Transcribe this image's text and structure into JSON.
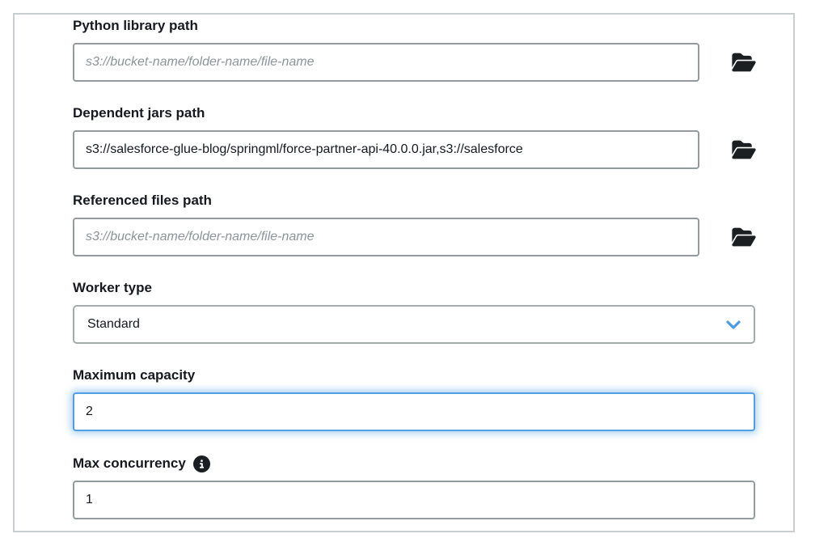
{
  "form": {
    "fields": [
      {
        "label": "Python library path",
        "placeholder": "s3://bucket-name/folder-name/file-name",
        "value": "",
        "trailing_icon": "folder-open-icon"
      },
      {
        "label": "Dependent jars path",
        "placeholder": "",
        "value": "s3://salesforce-glue-blog/springml/force-partner-api-40.0.0.jar,s3://salesforce",
        "trailing_icon": "folder-open-icon"
      },
      {
        "label": "Referenced files path",
        "placeholder": "s3://bucket-name/folder-name/file-name",
        "value": "",
        "trailing_icon": "folder-open-icon"
      },
      {
        "label": "Worker type",
        "value": "Standard",
        "control": "select",
        "trailing_icon": "chevron-down-icon"
      },
      {
        "label": "Maximum capacity",
        "value": "2",
        "state": "focused"
      },
      {
        "label": "Max concurrency",
        "value": "1",
        "label_icon": "info-icon"
      }
    ]
  },
  "colors": {
    "panel_border": "#c9ced0",
    "input_border": "#939b9e",
    "focus_blue": "#539fe5",
    "chevron_blue": "#4d9be8",
    "label_text": "#16191f",
    "placeholder_text": "#8c9598",
    "icon_dark": "#1b1f22",
    "background": "#ffffff"
  }
}
